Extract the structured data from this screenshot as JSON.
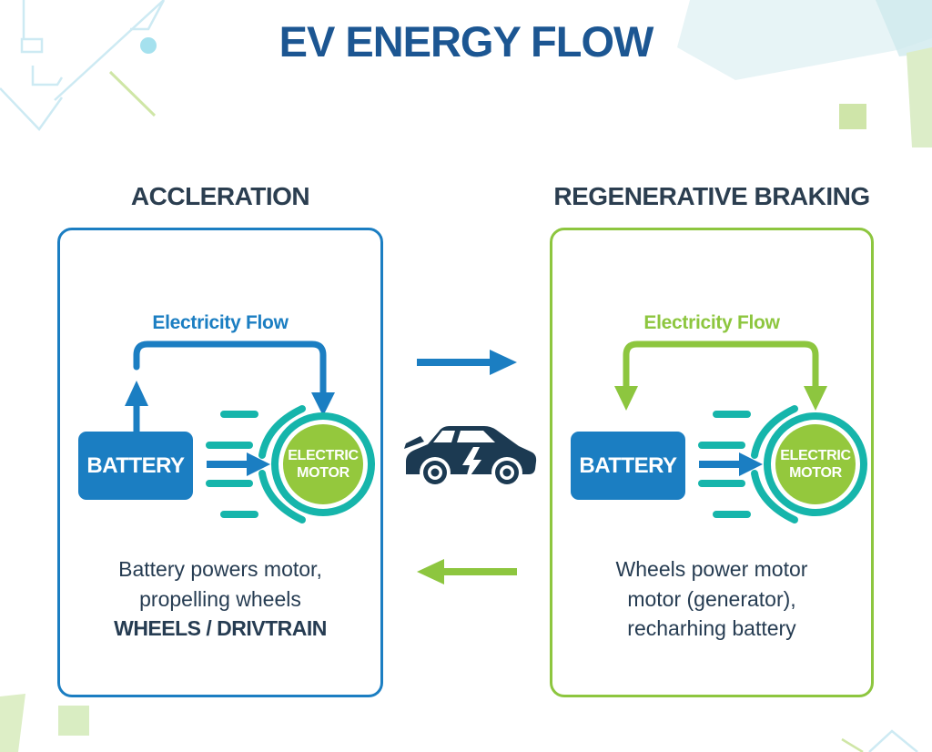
{
  "title": "EV ENERGY FLOW",
  "colors": {
    "title_blue": "#1c5692",
    "heading_navy": "#2b3e50",
    "body_navy": "#263c52",
    "accent_blue": "#1b7ec2",
    "accent_green": "#8dc63f",
    "accent_teal": "#16b5ab",
    "motor_green": "#94c83d",
    "car_navy": "#1c3a52",
    "background": "#ffffff"
  },
  "panels": {
    "acceleration": {
      "heading": "ACCLERATION",
      "flow_label": "Electricity Flow",
      "battery_label": "BATTERY",
      "motor_label_line1": "ELECTRIC",
      "motor_label_line2": "MOTOR",
      "description_line1": "Battery powers motor,",
      "description_line2": "propelling wheels",
      "description_line3": "WHEELS / DRIVTRAIN"
    },
    "regen": {
      "heading": "REGENERATIVE BRAKING",
      "flow_label": "Electricity Flow",
      "battery_label": "BATTERY",
      "motor_label_line1": "ELECTRIC",
      "motor_label_line2": "MOTOR",
      "description_line1": "Wheels power motor",
      "description_line2": "motor (generator),",
      "description_line3": "recharhing battery"
    }
  },
  "center": {
    "icons": {
      "car": "electric-car-icon",
      "top_arrow": "arrow-right-icon",
      "bottom_arrow": "arrow-left-icon"
    }
  }
}
